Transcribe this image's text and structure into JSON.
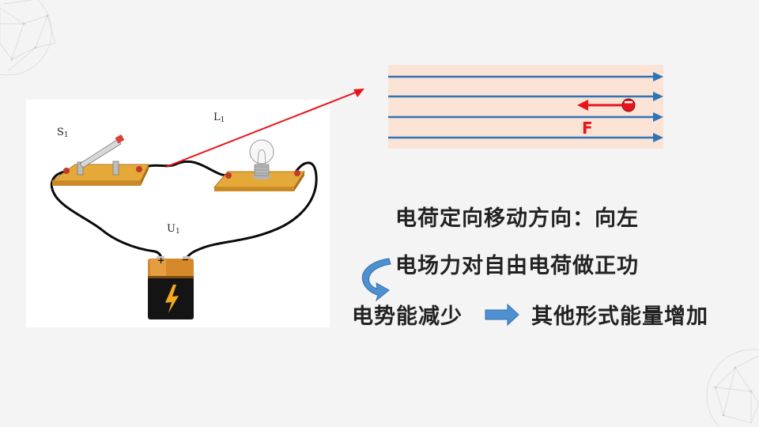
{
  "circuit": {
    "switch_label": "S",
    "switch_sub": "1",
    "lamp_label": "L",
    "lamp_sub": "1",
    "battery_label": "U",
    "battery_sub": "1",
    "battery_plus": "+",
    "battery_minus": "−"
  },
  "field": {
    "force_label": "F",
    "charge_sign": "−"
  },
  "text": {
    "line1": "电荷定向移动方向：向左",
    "line2": "电场力对自由电荷做正功",
    "line3_left": "电势能减少",
    "line3_right": "其他形式能量增加"
  },
  "colors": {
    "field_line": "#2e75b6",
    "force": "#e8141b",
    "arrow_fill": "#4f90d0"
  }
}
